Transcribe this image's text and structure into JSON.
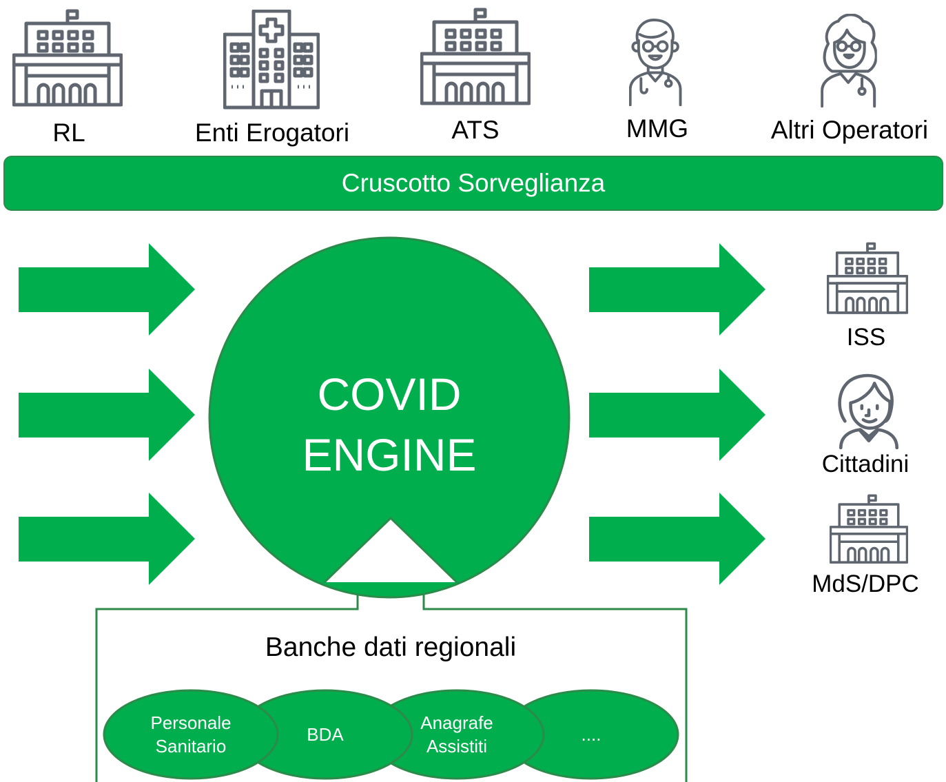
{
  "stakeholders": [
    {
      "label": "RL",
      "icon": "government-building-icon"
    },
    {
      "label": "Enti Erogatori",
      "icon": "hospital-icon"
    },
    {
      "label": "ATS",
      "icon": "government-building-icon"
    },
    {
      "label": "MMG",
      "icon": "doctor-icon"
    },
    {
      "label": "Altri Operatori",
      "icon": "female-doctor-icon"
    }
  ],
  "banner": {
    "label": "Cruscotto Sorveglianza"
  },
  "engine": {
    "line1": "COVID",
    "line2": "ENGINE"
  },
  "outputs": [
    {
      "label": "ISS",
      "icon": "government-building-icon"
    },
    {
      "label": "Cittadini",
      "icon": "citizen-icon"
    },
    {
      "label": "MdS/DPC",
      "icon": "government-building-icon"
    }
  ],
  "databases": {
    "title": "Banche dati regionali",
    "items": [
      {
        "line1": "Personale",
        "line2": "Sanitario"
      },
      {
        "line1": "",
        "line2": "BDA"
      },
      {
        "line1": "Anagrafe",
        "line2": "Assistiti"
      },
      {
        "line1": "",
        "line2": "...."
      }
    ]
  },
  "colors": {
    "green": "#00ae4d",
    "border": "#2c8a4a",
    "icon_stroke": "#5f6670"
  }
}
